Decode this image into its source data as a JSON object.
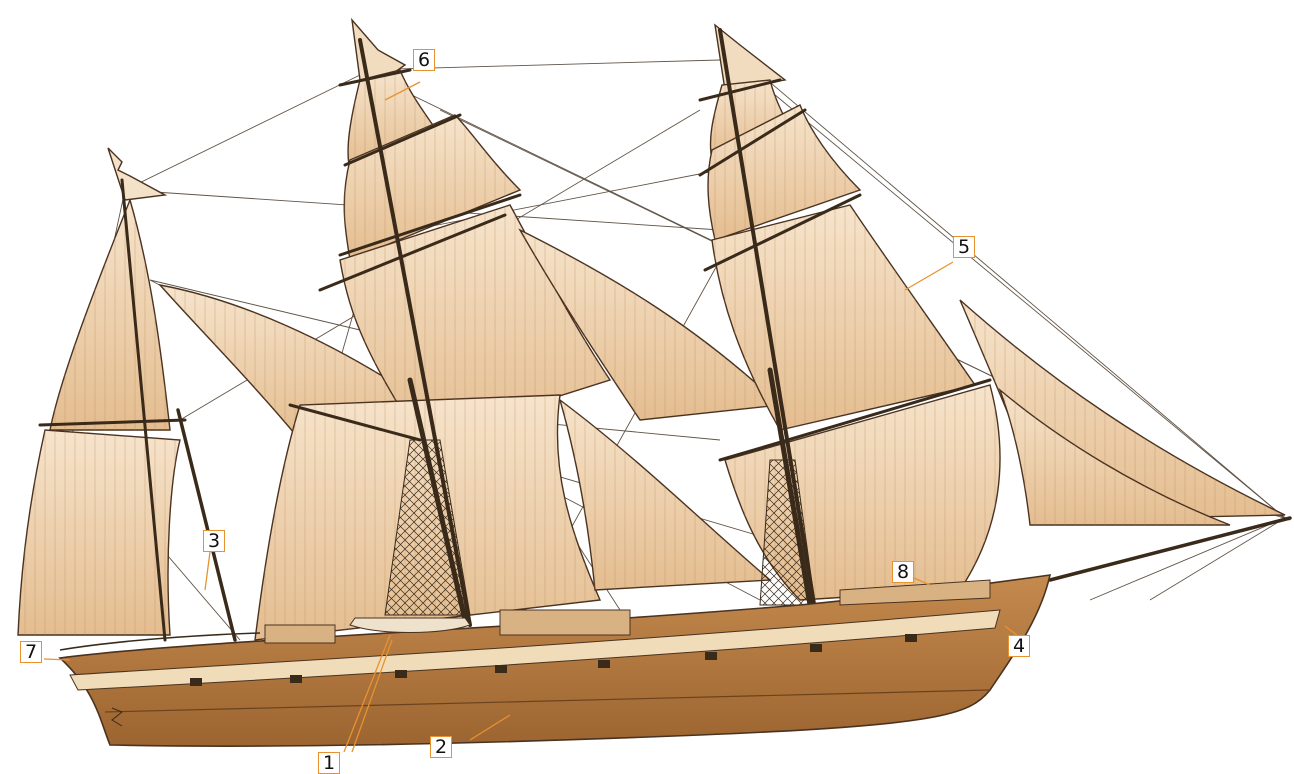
{
  "callouts": [
    {
      "id": "c1",
      "label": "1"
    },
    {
      "id": "c2",
      "label": "2"
    },
    {
      "id": "c3",
      "label": "3"
    },
    {
      "id": "c4",
      "label": "4"
    },
    {
      "id": "c5",
      "label": "5"
    },
    {
      "id": "c6",
      "label": "6"
    },
    {
      "id": "c7",
      "label": "7"
    },
    {
      "id": "c8",
      "label": "8"
    }
  ],
  "colors": {
    "callout_border": "#e8922f",
    "leader_line": "#e8922f",
    "sail_fill": "#f1d6b4",
    "sail_shade": "#d9ad7c",
    "hull_fill": "#b57a3f",
    "hull_dark": "#8a5525",
    "deck_band": "#e9cfa6",
    "rigging": "#3a2a1a"
  },
  "icons": {
    "main_illustration": "three-masted-sailing-ship-illustration"
  }
}
